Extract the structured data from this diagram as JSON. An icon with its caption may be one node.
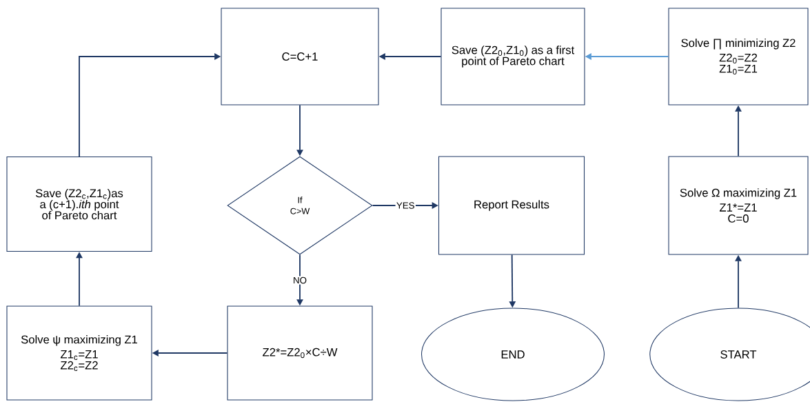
{
  "diagram": {
    "nodes": [
      {
        "text": [
          "C=C+1"
        ]
      },
      {
        "text": [
          "Save (Z2$_{0}$,Z1$_{0}$) as a first point of Pareto chart"
        ]
      },
      {
        "text": [
          "Solve ∏ minimizing Z2",
          "Z2$_{0}$=Z2",
          "Z1$_{0}$=Z1"
        ]
      },
      {
        "text": [
          "Save (Z2$_{c}$,Z1$_{c}$)as a (c+1).*ith* point of Pareto chart"
        ]
      },
      {
        "text": [
          "If",
          "C>W"
        ]
      },
      {
        "text": [
          "Report Results"
        ]
      },
      {
        "text": [
          "Solve Ω maximizing Z1",
          "Z1*=Z1",
          "C=0"
        ]
      },
      {
        "text": [
          "Solve ψ maximizing Z1",
          "Z1$_{c}$=Z1",
          "Z2$_{c}$=Z2"
        ]
      },
      {
        "text": [
          "Z2*=Z2$_{0}$×C÷W"
        ]
      },
      {
        "text": [
          "END"
        ]
      },
      {
        "text": [
          "START"
        ]
      }
    ],
    "edges": [
      {
        "from": 10,
        "to": 6,
        "arrow": "to"
      },
      {
        "from": 6,
        "to": 2,
        "arrow": "to"
      },
      {
        "from": 2,
        "to": 1,
        "arrow": "to",
        "color": "#5b9bd5"
      },
      {
        "from": 1,
        "to": 0,
        "arrow": "to"
      },
      {
        "from": 0,
        "to": 4,
        "arrow": "to"
      },
      {
        "from": 4,
        "to": 5,
        "arrow": "to",
        "label": "YES"
      },
      {
        "from": 4,
        "to": 8,
        "arrow": "to",
        "label": "NO"
      },
      {
        "from": 8,
        "to": 7,
        "arrow": "to"
      },
      {
        "from": 7,
        "to": 3,
        "arrow": "to"
      },
      {
        "from": 3,
        "to": 0,
        "arrow": "to"
      },
      {
        "from": 5,
        "to": 9,
        "arrow": "to"
      }
    ]
  }
}
